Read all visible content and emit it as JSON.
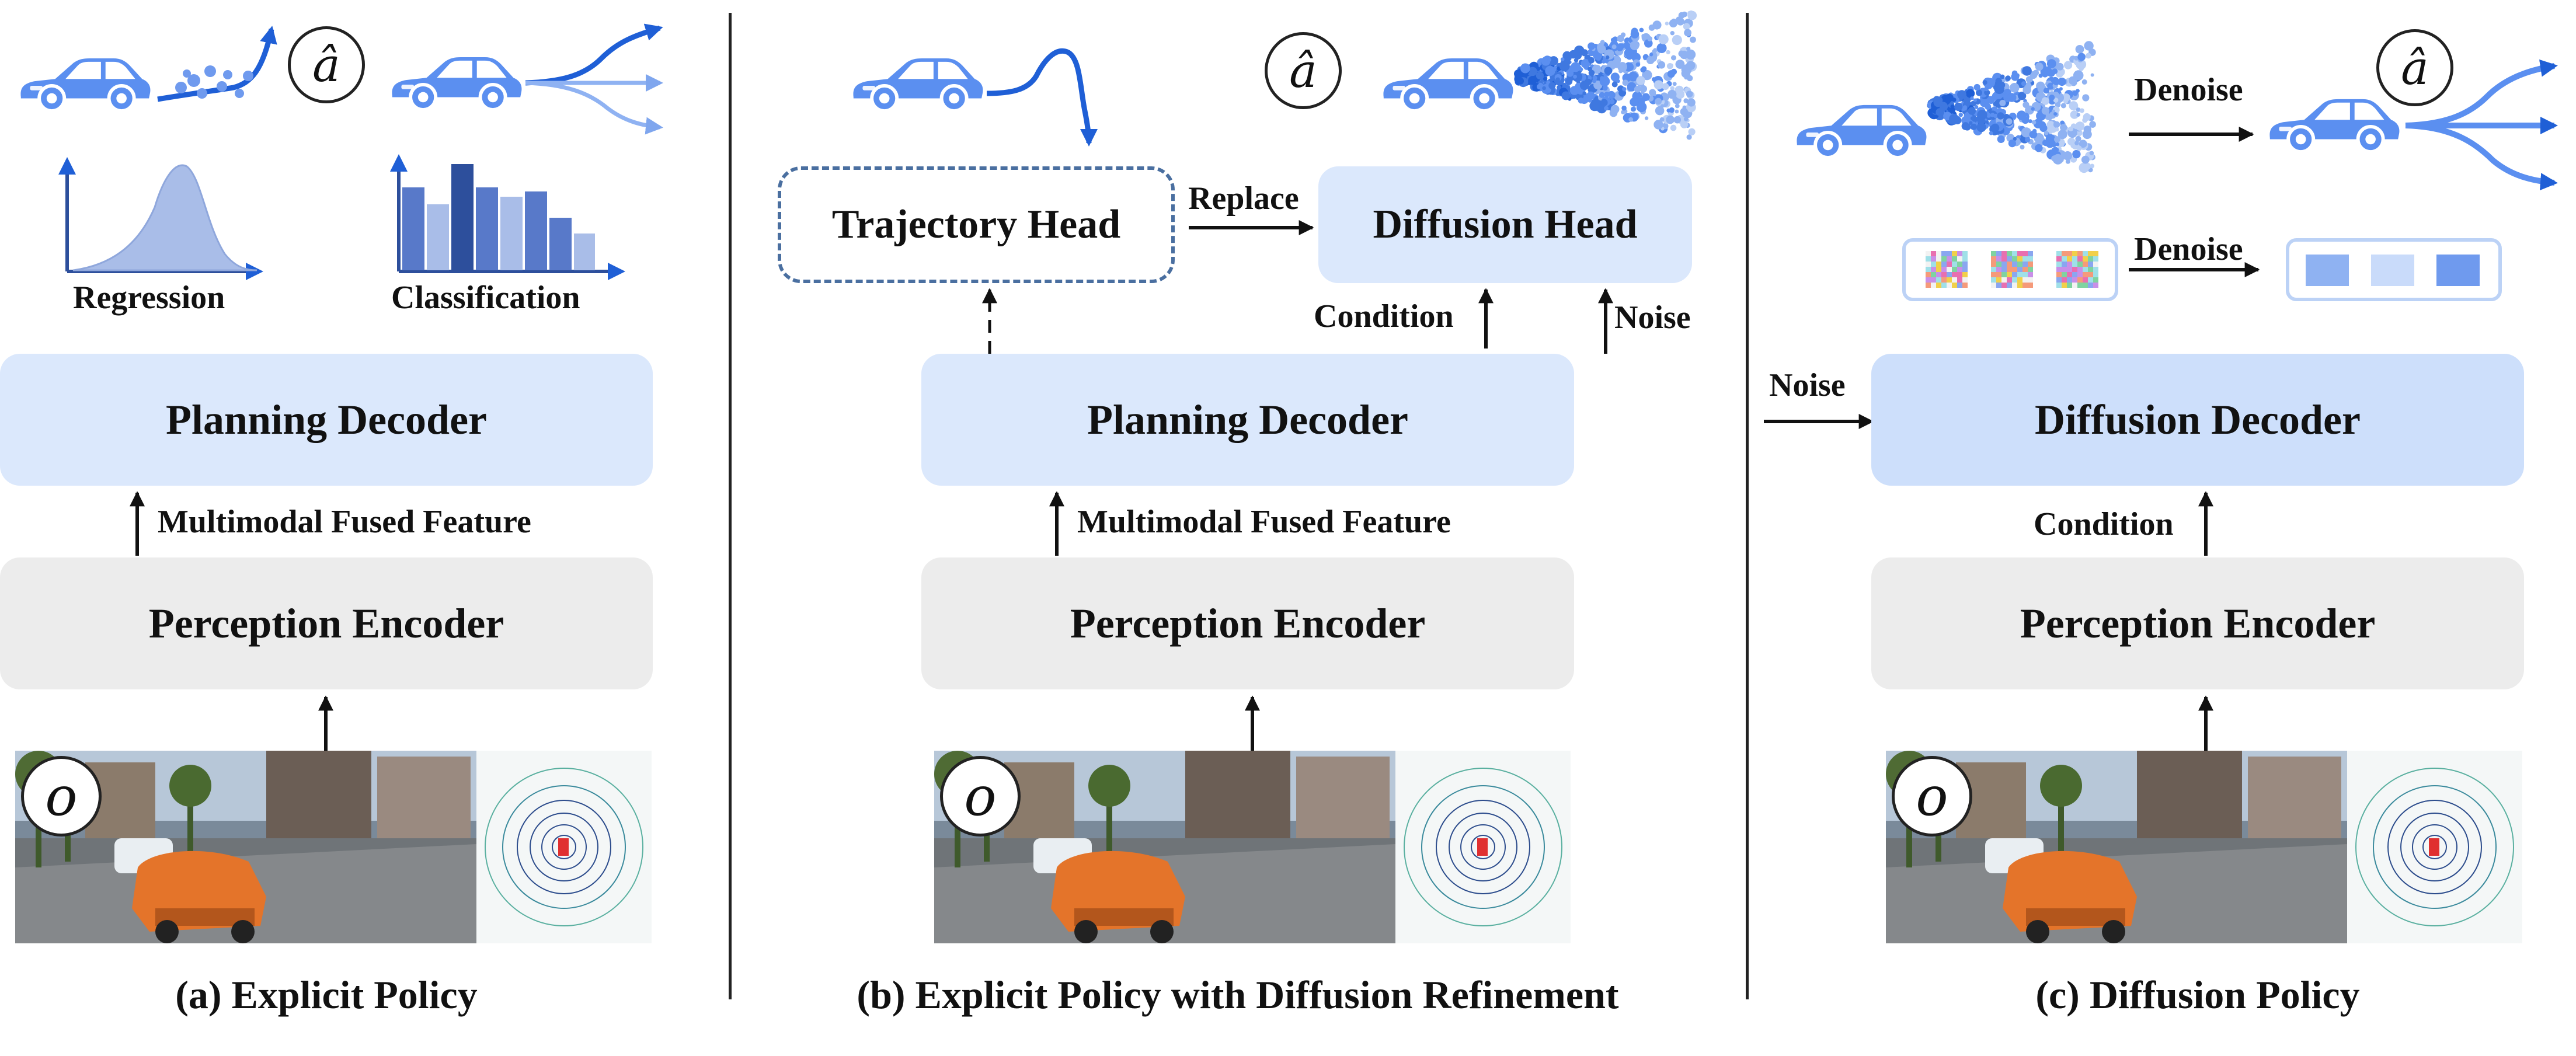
{
  "panels": {
    "a": {
      "caption": "(a) Explicit Policy",
      "regression_label": "Regression",
      "classification_label": "Classification",
      "planning_decoder": "Planning Decoder",
      "feature_label": "Multimodal Fused Feature",
      "perception_encoder": "Perception Encoder",
      "obs_symbol": "o",
      "action_symbol": "â"
    },
    "b": {
      "caption": "(b) Explicit Policy with Diffusion Refinement",
      "trajectory_head": "Trajectory Head",
      "replace_label": "Replace",
      "diffusion_head": "Diffusion Head",
      "condition_label": "Condition",
      "noise_label": "Noise",
      "planning_decoder": "Planning Decoder",
      "feature_label": "Multimodal Fused Feature",
      "perception_encoder": "Perception Encoder",
      "obs_symbol": "o",
      "action_symbol": "â"
    },
    "c": {
      "caption": "(c) Diffusion Policy",
      "denoise_label_top": "Denoise",
      "denoise_label_mid": "Denoise",
      "noise_label": "Noise",
      "diffusion_decoder": "Diffusion Decoder",
      "condition_label": "Condition",
      "perception_encoder": "Perception Encoder",
      "obs_symbol": "o",
      "action_symbol": "â"
    }
  },
  "colors": {
    "car": "#5b8ff0",
    "traj": "#1f5fd6",
    "box_gray": "#ececec",
    "box_blue": "#dbe8fc",
    "bar_dark": "#2d4f9c",
    "bar_mid": "#5879c9",
    "bar_light": "#a9bde8"
  }
}
